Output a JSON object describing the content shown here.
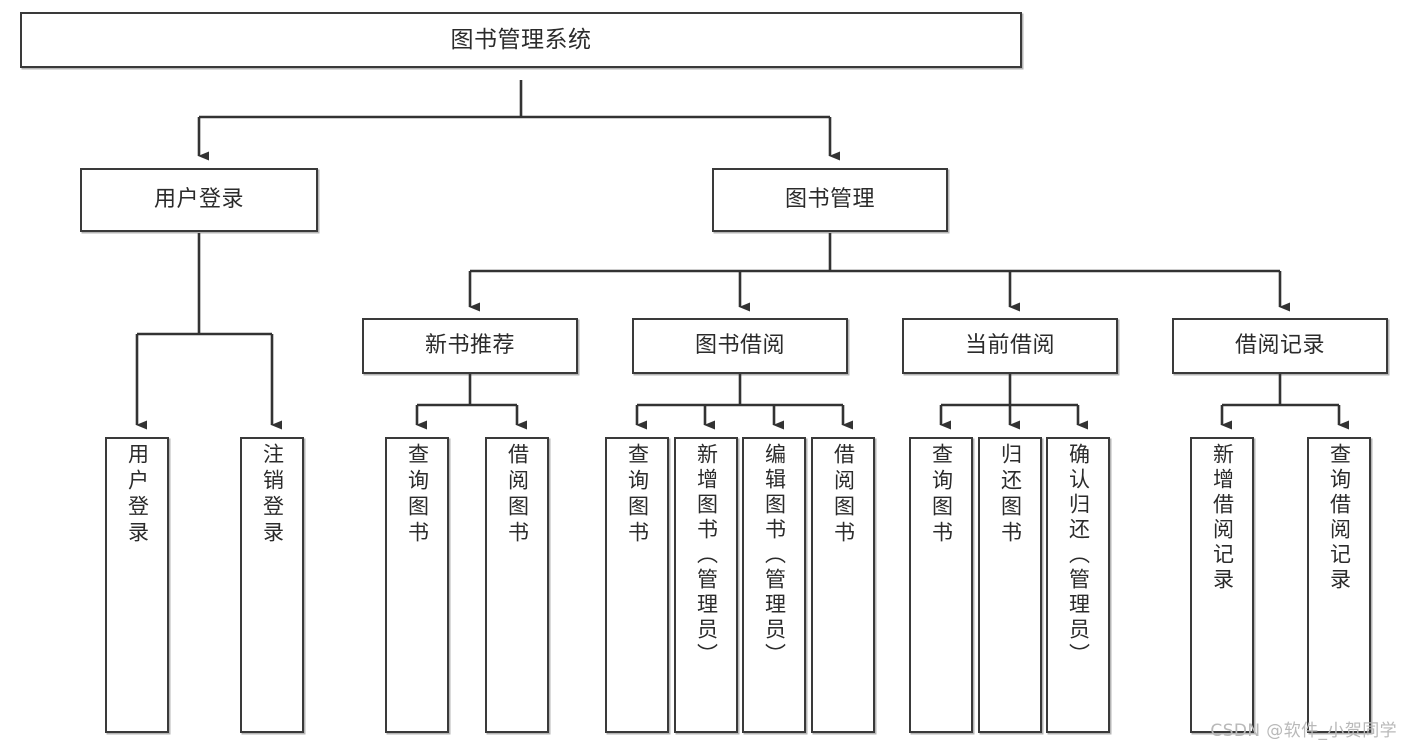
{
  "diagram": {
    "title": "图书管理系统",
    "type": "tree-hierarchy",
    "root": {
      "label": "图书管理系统"
    },
    "level2": [
      {
        "label": "用户登录"
      },
      {
        "label": "图书管理"
      }
    ],
    "level3": [
      {
        "label": "新书推荐"
      },
      {
        "label": "图书借阅"
      },
      {
        "label": "当前借阅"
      },
      {
        "label": "借阅记录"
      }
    ],
    "leaves": {
      "user_login": [
        {
          "label": "用户登录"
        },
        {
          "label": "注销登录"
        }
      ],
      "new_book_recommend": [
        {
          "label": "查询图书"
        },
        {
          "label": "借阅图书"
        }
      ],
      "book_borrow": [
        {
          "label": "查询图书"
        },
        {
          "label": "新增图书（管理员）"
        },
        {
          "label": "编辑图书（管理员）"
        },
        {
          "label": "借阅图书"
        }
      ],
      "current_borrow": [
        {
          "label": "查询图书"
        },
        {
          "label": "归还图书"
        },
        {
          "label": "确认归还（管理员）"
        }
      ],
      "borrow_record": [
        {
          "label": "新增借阅记录"
        },
        {
          "label": "查询借阅记录"
        }
      ]
    }
  },
  "watermark": {
    "text": "CSDN @软件_小贺同学"
  },
  "colors": {
    "border": "#3a3a3a",
    "text": "#2b2b2b",
    "background": "#ffffff",
    "watermark": "#b9b9b9"
  }
}
